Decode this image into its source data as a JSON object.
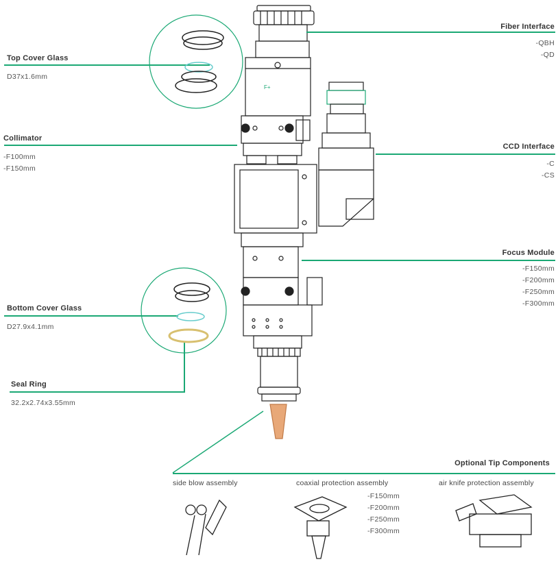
{
  "callouts": {
    "fiber": {
      "title": "Fiber Interface",
      "items": [
        "-QBH",
        "-QD"
      ]
    },
    "top_glass": {
      "title": "Top Cover Glass",
      "items": [
        "D37x1.6mm"
      ]
    },
    "collimator": {
      "title": "Collimator",
      "items": [
        "-F100mm",
        "-F150mm"
      ]
    },
    "ccd": {
      "title": "CCD Interface",
      "items": [
        "-C",
        "-CS"
      ]
    },
    "focus": {
      "title": "Focus Module",
      "items": [
        "-F150mm",
        "-F200mm",
        "-F250mm",
        "-F300mm"
      ]
    },
    "bottom_glass": {
      "title": "Bottom Cover Glass",
      "items": [
        "D27.9x4.1mm"
      ]
    },
    "seal": {
      "title": "Seal Ring",
      "items": [
        "32.2x2.74x3.55mm"
      ]
    }
  },
  "optional": {
    "title": "Optional Tip Components",
    "side_blow": "side blow assembly",
    "coaxial": "coaxial protection assembly",
    "coaxial_items": [
      "-F150mm",
      "-F200mm",
      "-F250mm",
      "-F300mm"
    ],
    "air_knife": "air knife protection assembly"
  },
  "colors": {
    "accent": "#1aa874",
    "nozzle": "#e8a878",
    "seal_ring": "#e0d090"
  },
  "icons": [
    "laser-head-drawing",
    "top-glass-icon",
    "bottom-glass-icon",
    "side-blow-icon",
    "coaxial-icon",
    "air-knife-icon"
  ]
}
